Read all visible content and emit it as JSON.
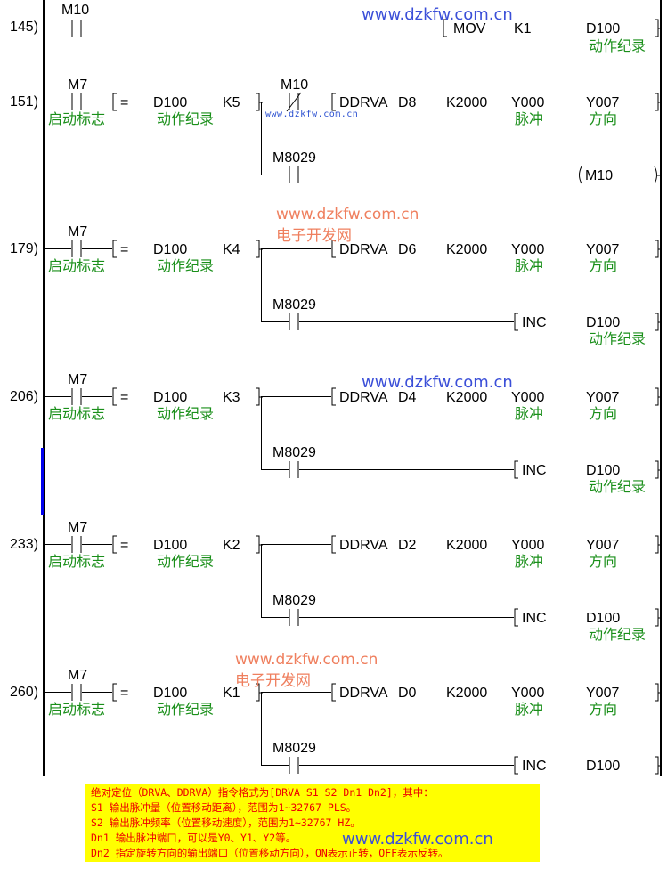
{
  "watermarks": {
    "url": "www.dzkfw.com.cn",
    "site_name": "电子开发网"
  },
  "rungs": [
    {
      "step": "145)",
      "contact": {
        "device": "M10",
        "type": "normally-open"
      },
      "instruction": {
        "op": "MOV",
        "args": [
          "K1",
          "D100"
        ],
        "comments": [
          "",
          "动作纪录"
        ]
      }
    },
    {
      "step": "151)",
      "contact": {
        "device": "M7",
        "type": "normally-open",
        "comment": "启动标志"
      },
      "compare": {
        "op": "=",
        "s1": "D100",
        "s1_comment": "动作纪录",
        "s2": "K5"
      },
      "branch1": {
        "contact": {
          "device": "M10",
          "type": "normally-closed"
        },
        "instruction": {
          "op": "DDRVA",
          "args": [
            "D8",
            "K2000",
            "Y000",
            "Y007"
          ],
          "comments": [
            "",
            "",
            "脉冲",
            "方向"
          ]
        }
      },
      "branch2": {
        "contact": {
          "device": "M8029",
          "type": "normally-open"
        },
        "coil": "M10"
      }
    },
    {
      "step": "179)",
      "contact": {
        "device": "M7",
        "type": "normally-open",
        "comment": "启动标志"
      },
      "compare": {
        "op": "=",
        "s1": "D100",
        "s1_comment": "动作纪录",
        "s2": "K4"
      },
      "branch1": {
        "instruction": {
          "op": "DDRVA",
          "args": [
            "D6",
            "K2000",
            "Y000",
            "Y007"
          ],
          "comments": [
            "",
            "",
            "脉冲",
            "方向"
          ]
        }
      },
      "branch2": {
        "contact": {
          "device": "M8029",
          "type": "normally-open"
        },
        "instruction": {
          "op": "INC",
          "args": [
            "D100"
          ],
          "comments": [
            "动作纪录"
          ]
        }
      }
    },
    {
      "step": "206)",
      "contact": {
        "device": "M7",
        "type": "normally-open",
        "comment": "启动标志"
      },
      "compare": {
        "op": "=",
        "s1": "D100",
        "s1_comment": "动作纪录",
        "s2": "K3"
      },
      "branch1": {
        "instruction": {
          "op": "DDRVA",
          "args": [
            "D4",
            "K2000",
            "Y000",
            "Y007"
          ],
          "comments": [
            "",
            "",
            "脉冲",
            "方向"
          ]
        }
      },
      "branch2": {
        "contact": {
          "device": "M8029",
          "type": "normally-open"
        },
        "instruction": {
          "op": "INC",
          "args": [
            "D100"
          ],
          "comments": [
            "动作纪录"
          ]
        }
      }
    },
    {
      "step": "233)",
      "contact": {
        "device": "M7",
        "type": "normally-open",
        "comment": "启动标志"
      },
      "compare": {
        "op": "=",
        "s1": "D100",
        "s1_comment": "动作纪录",
        "s2": "K2"
      },
      "branch1": {
        "instruction": {
          "op": "DDRVA",
          "args": [
            "D2",
            "K2000",
            "Y000",
            "Y007"
          ],
          "comments": [
            "",
            "",
            "脉冲",
            "方向"
          ]
        }
      },
      "branch2": {
        "contact": {
          "device": "M8029",
          "type": "normally-open"
        },
        "instruction": {
          "op": "INC",
          "args": [
            "D100"
          ],
          "comments": [
            "动作纪录"
          ]
        }
      }
    },
    {
      "step": "260)",
      "contact": {
        "device": "M7",
        "type": "normally-open",
        "comment": "启动标志"
      },
      "compare": {
        "op": "=",
        "s1": "D100",
        "s1_comment": "动作纪录",
        "s2": "K1"
      },
      "branch1": {
        "instruction": {
          "op": "DDRVA",
          "args": [
            "D0",
            "K2000",
            "Y000",
            "Y007"
          ],
          "comments": [
            "",
            "",
            "脉冲",
            "方向"
          ]
        }
      },
      "branch2": {
        "contact": {
          "device": "M8029",
          "type": "normally-open"
        },
        "instruction": {
          "op": "INC",
          "args": [
            "D100"
          ],
          "comments": [
            ""
          ]
        }
      }
    }
  ],
  "note": {
    "lines": [
      "绝对定位（DRVA、DDRVA）指令格式为[DRVA S1 S2 Dn1 Dn2]，其中：",
      "S1 输出脉冲量（位置移动距离），范围为1~32767 PLS。",
      "S2 输出脉冲频率（位置移动速度），范围为1~32767 HZ。",
      "Dn1 输出脉冲端口，可以是Y0、Y1、Y2等。",
      "Dn2 指定旋转方向的输出端口（位置移动方向），ON表示正转，OFF表示反转。"
    ]
  },
  "colors": {
    "comment": "#1a8f1a",
    "note_bg": "#ffff00",
    "note_text": "#ee0000",
    "watermark_blue": "#3b4fd8",
    "watermark_orange": "#ef7f5e",
    "cursor_bar": "#0000ee"
  }
}
